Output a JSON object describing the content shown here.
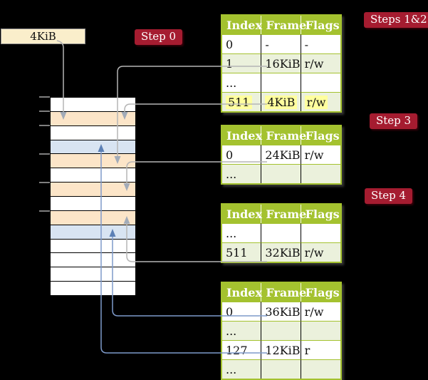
{
  "colors": {
    "background": "#000000",
    "label_red": "#a51c30",
    "table_green": "#a4c22f",
    "table_row_light_green": "#ebf1dc",
    "highlight_yellow": "#ffff9e",
    "box_cream": "#faeecb",
    "mem_white": "#ffffff",
    "mem_peach": "#fce5c8",
    "mem_blue": "#d8e4f2",
    "gray_line": "#b5b5b5",
    "blue_line": "#7e9aca"
  },
  "box_4kib": {
    "label": "4KiB"
  },
  "steps": {
    "step0": "Step 0",
    "steps12": "Steps 1&2",
    "step3": "Step 3",
    "step4": "Step 4"
  },
  "memory": {
    "rows": [
      {
        "color": "mem_white"
      },
      {
        "color": "mem_peach"
      },
      {
        "color": "mem_white"
      },
      {
        "color": "mem_blue"
      },
      {
        "color": "mem_peach"
      },
      {
        "color": "mem_white"
      },
      {
        "color": "mem_peach"
      },
      {
        "color": "mem_white"
      },
      {
        "color": "mem_peach"
      },
      {
        "color": "mem_blue"
      },
      {
        "color": "mem_white"
      },
      {
        "color": "mem_white"
      },
      {
        "color": "mem_white"
      },
      {
        "color": "mem_white"
      }
    ]
  },
  "tables": [
    {
      "id": "page-table-steps-1-2",
      "headers": [
        "Index",
        "Frame",
        "Flags"
      ],
      "rows": [
        {
          "cells": [
            "0",
            "-",
            "-"
          ],
          "shaded": false,
          "highlighted": false
        },
        {
          "cells": [
            "1",
            "16KiB",
            "r/w"
          ],
          "shaded": true,
          "highlighted": false
        },
        {
          "cells": [
            "...",
            "",
            ""
          ],
          "shaded": false,
          "highlighted": false
        },
        {
          "cells": [
            "511",
            "4KiB",
            "r/w"
          ],
          "shaded": true,
          "highlighted": true
        }
      ]
    },
    {
      "id": "page-table-step-3",
      "headers": [
        "Index",
        "Frame",
        "Flags"
      ],
      "rows": [
        {
          "cells": [
            "0",
            "24KiB",
            "r/w"
          ],
          "shaded": false,
          "highlighted": false
        },
        {
          "cells": [
            "...",
            "",
            ""
          ],
          "shaded": true,
          "highlighted": false
        }
      ]
    },
    {
      "id": "page-table-step-4",
      "headers": [
        "Index",
        "Frame",
        "Flags"
      ],
      "rows": [
        {
          "cells": [
            "...",
            "",
            ""
          ],
          "shaded": false,
          "highlighted": false
        },
        {
          "cells": [
            "511",
            "32KiB",
            "r/w"
          ],
          "shaded": true,
          "highlighted": false
        }
      ]
    },
    {
      "id": "page-table-bottom",
      "headers": [
        "Index",
        "Frame",
        "Flags"
      ],
      "rows": [
        {
          "cells": [
            "0",
            "36KiB",
            "r/w"
          ],
          "shaded": false,
          "highlighted": false
        },
        {
          "cells": [
            "...",
            "",
            ""
          ],
          "shaded": true,
          "highlighted": false
        },
        {
          "cells": [
            "127",
            "12KiB",
            "r"
          ],
          "shaded": false,
          "highlighted": false
        },
        {
          "cells": [
            "...",
            "",
            ""
          ],
          "shaded": true,
          "highlighted": false
        }
      ]
    }
  ],
  "arrows": [
    {
      "from": "4KiB box",
      "to": "memory row 2 (peach)",
      "color": "gray"
    },
    {
      "from": "table Steps 1&2, entry 1 (16KiB)",
      "to": "memory row 5 (peach)",
      "color": "gray"
    },
    {
      "from": "table Steps 1&2, entry 511 (4KiB)",
      "to": "memory row 2 (peach)",
      "color": "gray"
    },
    {
      "from": "table Step 3, entry 0 (24KiB)",
      "to": "memory row 7 (peach)",
      "color": "gray"
    },
    {
      "from": "table Step 4, entry 511 (32KiB)",
      "to": "memory row 9 (peach)",
      "color": "gray"
    },
    {
      "from": "bottom table, entry 0 (36KiB)",
      "to": "memory row 10 (blue)",
      "color": "blue"
    },
    {
      "from": "bottom table, entry 127 (12KiB)",
      "to": "memory row 4 (blue)",
      "color": "blue"
    }
  ]
}
